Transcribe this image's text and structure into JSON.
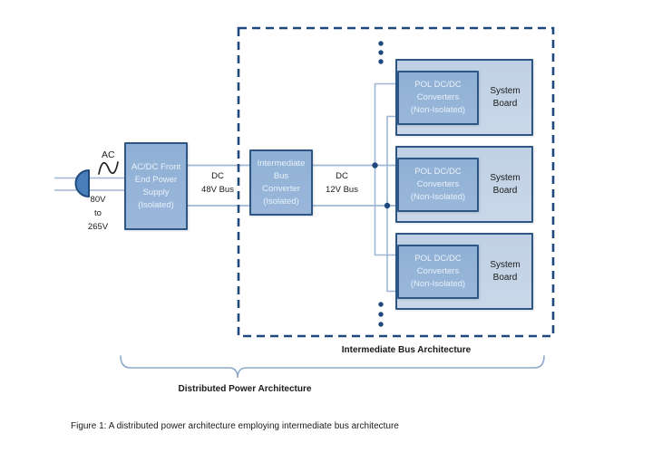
{
  "colors": {
    "box_fill": "#95b3d7",
    "board_fill": "#c4d3e6",
    "box_border": "#2e5684",
    "dashed_border": "#1f497d",
    "connector_line": "#9fb6d4",
    "junction_dot": "#1f497d",
    "plug_fill": "#4a7ebb",
    "brace": "#8fa9cc",
    "box_text": "#e9f1fa",
    "text": "#1a1a1a"
  },
  "source": {
    "ac_label": "AC",
    "voltage_range": "80V\nto\n265V"
  },
  "front_end": {
    "label": "AC/DC Front\nEnd Power\nSupply\n(Isolated)"
  },
  "bus48": {
    "label": "DC\n48V Bus"
  },
  "ibc": {
    "label": "Intermediate\nBus\nConverter\n(Isolated)"
  },
  "bus12": {
    "label": "DC\n12V Bus"
  },
  "boards": [
    {
      "pol_label": "POL DC/DC\nConverters\n(Non-Isolated)",
      "board_label": "System\nBoard"
    },
    {
      "pol_label": "POL DC/DC\nConverters\n(Non-Isolated)",
      "board_label": "System\nBoard"
    },
    {
      "pol_label": "POL DC/DC\nConverters\n(Non-Isolated)",
      "board_label": "System\nBoard"
    }
  ],
  "captions": {
    "iba": "Intermediate Bus Architecture",
    "dpa": "Distributed Power Architecture",
    "figure": "Figure 1: A distributed power architecture employing intermediate bus architecture"
  }
}
